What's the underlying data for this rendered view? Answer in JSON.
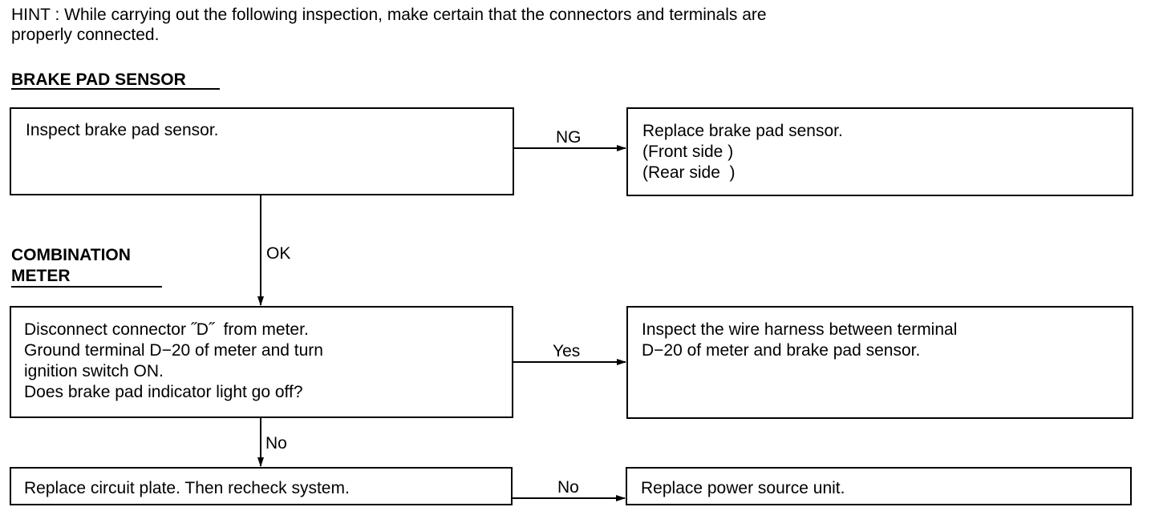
{
  "hint": {
    "line1": "HINT : While carrying out the following inspection, make certain that the connectors and terminals are",
    "line2": "properly connected."
  },
  "sections": {
    "brake_pad_sensor": "BRAKE PAD SENSOR",
    "combination_meter_line1": "COMBINATION",
    "combination_meter_line2": "METER"
  },
  "boxes": {
    "inspect_sensor": [
      "Inspect brake pad sensor."
    ],
    "replace_sensor": [
      "Replace brake pad sensor.",
      "(Front side )",
      "(Rear side  )"
    ],
    "disconnect_connector": [
      "Disconnect connector ˝D˝  from meter.",
      "Ground terminal D−20 of meter and turn",
      "ignition switch ON.",
      "Does brake pad indicator light go off?"
    ],
    "inspect_harness": [
      "Inspect the wire harness between terminal",
      "D−20 of meter and brake pad sensor."
    ],
    "replace_circuit_plate": [
      "Replace circuit plate. Then recheck system."
    ],
    "replace_power_unit": [
      "Replace power source unit."
    ]
  },
  "edge_labels": {
    "ng": "NG",
    "ok": "OK",
    "yes": "Yes",
    "no_down": "No",
    "no_right": "No"
  }
}
